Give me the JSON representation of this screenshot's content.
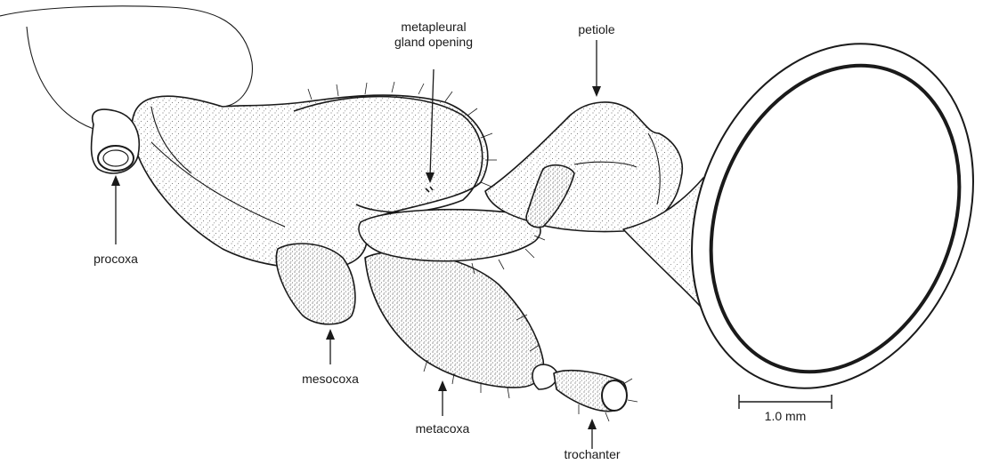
{
  "labels": {
    "metapleural": "metapleural\ngland opening",
    "petiole": "petiole",
    "procoxa": "procoxa",
    "mesocoxa": "mesocoxa",
    "metacoxa": "metacoxa",
    "trochanter": "trochanter",
    "scale": "1.0 mm"
  },
  "colors": {
    "ink": "#1a1a1a",
    "paper": "#ffffff"
  }
}
